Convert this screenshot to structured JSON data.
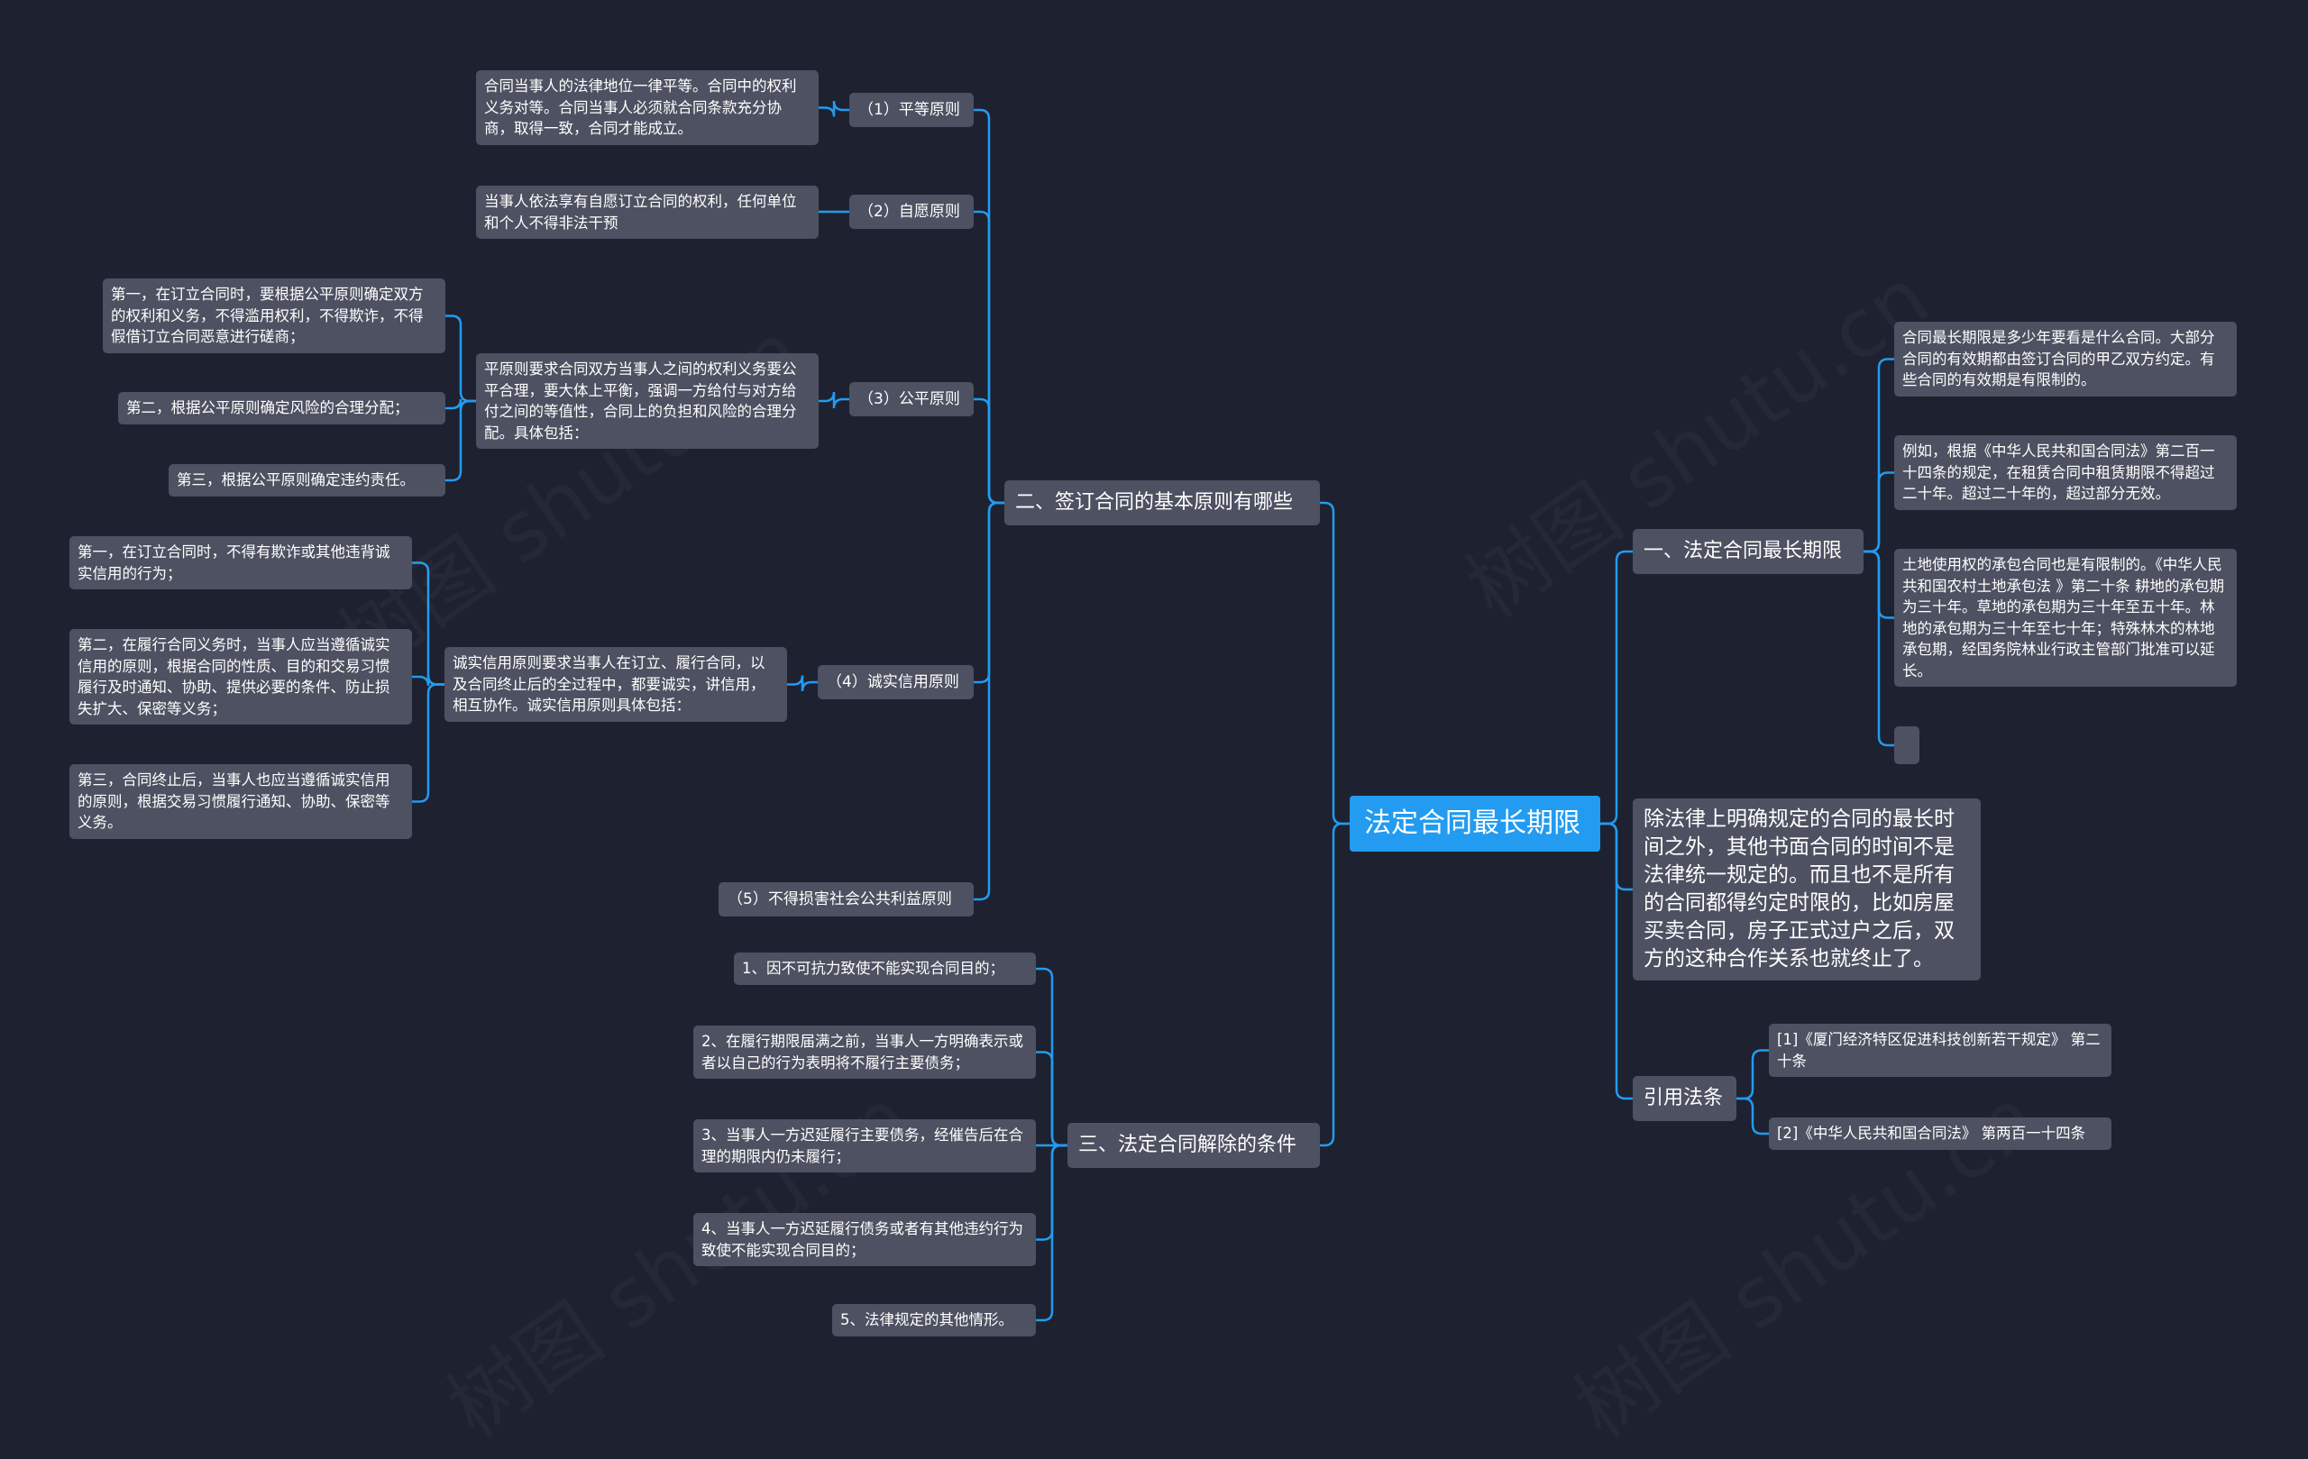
{
  "theme": {
    "background": "#1e2130",
    "node": "#4d5161",
    "root": "#229bf0",
    "line": "#229bf0"
  },
  "watermark": "树图 shutu.cn",
  "root": {
    "label": "法定合同最长期限"
  },
  "right": {
    "sec1": {
      "label": "一、法定合同最长期限",
      "items": [
        "合同最长期限是多少年要看是什么合同。大部分合同的有效期都由签订合同的甲乙双方约定。有些合同的有效期是有限制的。",
        "例如，根据《中华人民共和国合同法》第二百一十四条的规定，在租赁合同中租赁期限不得超过二十年。超过二十年的，超过部分无效。",
        "土地使用权的承包合同也是有限制的。《中华人民共和国农村土地承包法 》第二十条 耕地的承包期为三十年。草地的承包期为三十年至五十年。林地的承包期为三十年至七十年；特殊林木的林地承包期，经国务院林业行政主管部门批准可以延长。",
        ""
      ]
    },
    "para": "除法律上明确规定的合同的最长时间之外，其他书面合同的时间不是法律统一规定的。而且也不是所有的合同都得约定时限的，比如房屋买卖合同，房子正式过户之后，双方的这种合作关系也就终止了。",
    "refs": {
      "label": "引用法条",
      "items": [
        "[1]《厦门经济特区促进科技创新若干规定》 第二十条",
        "[2]《中华人民共和国合同法》 第两百一十四条"
      ]
    }
  },
  "left": {
    "sec2": {
      "label": "二、签订合同的基本原则有哪些",
      "p1": {
        "label": "（1）平等原则",
        "desc": "合同当事人的法律地位一律平等。合同中的权利义务对等。合同当事人必须就合同条款充分协商，取得一致，合同才能成立。"
      },
      "p2": {
        "label": "（2）自愿原则",
        "desc": "当事人依法享有自愿订立合同的权利，任何单位和个人不得非法干预"
      },
      "p3": {
        "label": "（3）公平原则",
        "desc": "平原则要求合同双方当事人之间的权利义务要公平合理，要大体上平衡，强调一方给付与对方给付之间的等值性，合同上的负担和风险的合理分配。具体包括：",
        "items": [
          "第一，在订立合同时，要根据公平原则确定双方的权利和义务，不得滥用权利，不得欺诈，不得假借订立合同恶意进行磋商；",
          "第二，根据公平原则确定风险的合理分配；",
          "第三，根据公平原则确定违约责任。"
        ]
      },
      "p4": {
        "label": "（4）诚实信用原则",
        "desc": "诚实信用原则要求当事人在订立、履行合同，以及合同终止后的全过程中，都要诚实，讲信用，相互协作。诚实信用原则具体包括：",
        "items": [
          "第一，在订立合同时，不得有欺诈或其他违背诚实信用的行为；",
          "第二，在履行合同义务时，当事人应当遵循诚实信用的原则，根据合同的性质、目的和交易习惯履行及时通知、协助、提供必要的条件、防止损失扩大、保密等义务；",
          "第三，合同终止后，当事人也应当遵循诚实信用的原则，根据交易习惯履行通知、协助、保密等义务。"
        ]
      },
      "p5": {
        "label": "（5）不得损害社会公共利益原则"
      }
    },
    "sec3": {
      "label": "三、法定合同解除的条件",
      "items": [
        "1、因不可抗力致使不能实现合同目的；",
        "2、在履行期限届满之前，当事人一方明确表示或者以自己的行为表明将不履行主要债务；",
        "3、当事人一方迟延履行主要债务，经催告后在合理的期限内仍未履行；",
        "4、当事人一方迟延履行债务或者有其他违约行为致使不能实现合同目的；",
        "5、法律规定的其他情形。"
      ]
    }
  }
}
